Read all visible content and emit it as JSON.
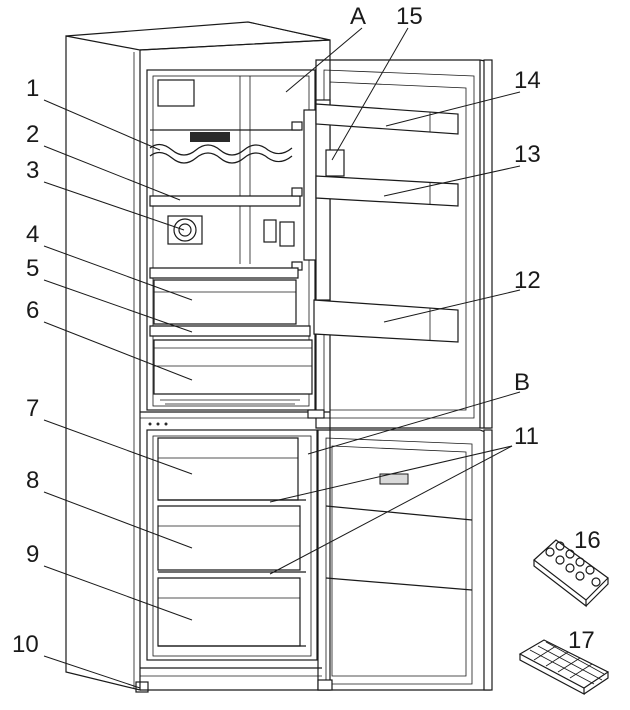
{
  "labels": {
    "l1": "1",
    "l2": "2",
    "l3": "3",
    "l4": "4",
    "l5": "5",
    "l6": "6",
    "l7": "7",
    "l8": "8",
    "l9": "9",
    "l10": "10",
    "l11": "11",
    "l12": "12",
    "l13": "13",
    "l14": "14",
    "l15": "15",
    "l16": "16",
    "l17": "17",
    "lA": "A",
    "lB": "B"
  }
}
